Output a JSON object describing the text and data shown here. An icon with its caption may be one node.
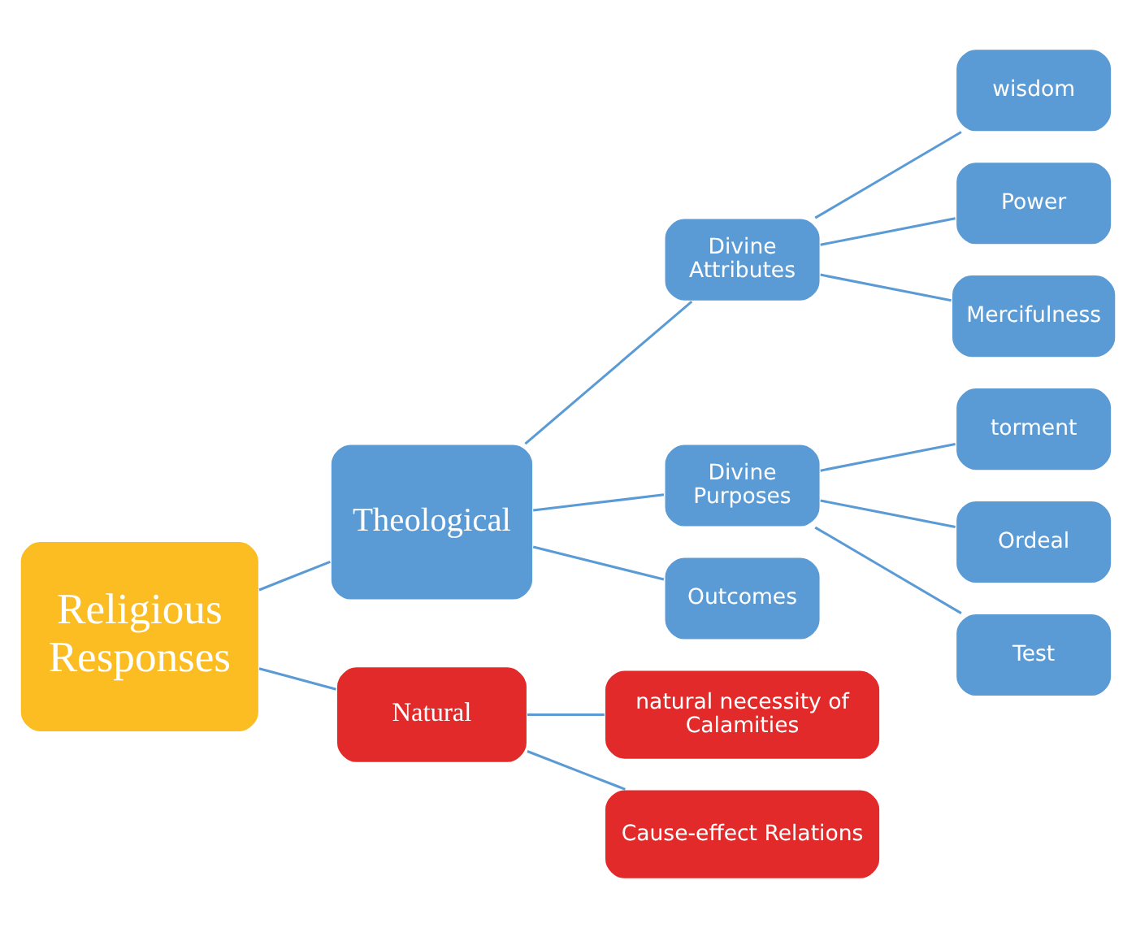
{
  "diagram": {
    "nodes": [
      {
        "text": [
          "Religious Responses"
        ]
      },
      {
        "text": [
          "Theological"
        ]
      },
      {
        "text": [
          "Natural"
        ]
      },
      {
        "text": [
          "Divine Attributes"
        ]
      },
      {
        "text": [
          "Divine Purposes"
        ]
      },
      {
        "text": [
          "Outcomes"
        ]
      },
      {
        "text": [
          "wisdom"
        ]
      },
      {
        "text": [
          "Power"
        ]
      },
      {
        "text": [
          "Mercifulness"
        ]
      },
      {
        "text": [
          "torment"
        ]
      },
      {
        "text": [
          "Ordeal"
        ]
      },
      {
        "text": [
          "Test"
        ]
      },
      {
        "text": [
          "natural necessity of Calamities"
        ]
      },
      {
        "text": [
          "Cause-effect Relations"
        ]
      }
    ],
    "edges": [
      {
        "from": 0,
        "to": 1,
        "arrow": "none"
      },
      {
        "from": 0,
        "to": 2,
        "arrow": "none"
      },
      {
        "from": 1,
        "to": 3,
        "arrow": "none"
      },
      {
        "from": 1,
        "to": 4,
        "arrow": "none"
      },
      {
        "from": 1,
        "to": 5,
        "arrow": "none"
      },
      {
        "from": 3,
        "to": 6,
        "arrow": "none"
      },
      {
        "from": 3,
        "to": 7,
        "arrow": "none"
      },
      {
        "from": 3,
        "to": 8,
        "arrow": "none"
      },
      {
        "from": 4,
        "to": 9,
        "arrow": "none"
      },
      {
        "from": 4,
        "to": 10,
        "arrow": "none"
      },
      {
        "from": 4,
        "to": 11,
        "arrow": "none"
      },
      {
        "from": 2,
        "to": 12,
        "arrow": "none"
      },
      {
        "from": 2,
        "to": 13,
        "arrow": "none"
      }
    ]
  }
}
